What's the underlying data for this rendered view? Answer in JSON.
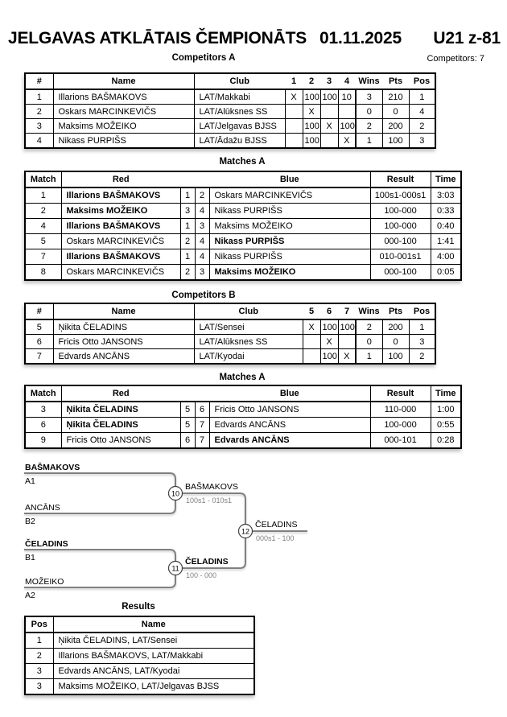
{
  "header": {
    "event": "JELGAVAS ATKLĀTAIS ČEMPIONĀTS",
    "date": "01.11.2025",
    "category": "U21 z-81",
    "competitors_count": "Competitors: 7"
  },
  "sections": {
    "competitors_a": "Competitors A",
    "matches_a": "Matches A",
    "competitors_b": "Competitors B",
    "matches_b": "Matches A",
    "results": "Results"
  },
  "competitors_a": {
    "headers": [
      "#",
      "Name",
      "Club",
      "1",
      "2",
      "3",
      "4",
      "Wins",
      "Pts",
      "Pos"
    ],
    "rows": [
      [
        "1",
        "Illarions BAŠMAKOVS",
        "LAT/Makkabi",
        "X",
        "100",
        "100",
        "10",
        "3",
        "210",
        "1"
      ],
      [
        "2",
        "Oskars MARCINKEVIČS",
        "LAT/Alūksnes SS",
        "",
        "X",
        "",
        "",
        "0",
        "0",
        "4"
      ],
      [
        "3",
        "Maksims MOŽEIKO",
        "LAT/Jelgavas BJSS",
        "",
        "100",
        "X",
        "100",
        "2",
        "200",
        "2"
      ],
      [
        "4",
        "Nikass PURPIŠS",
        "LAT/Ādažu BJSS",
        "",
        "100",
        "",
        "X",
        "1",
        "100",
        "3"
      ]
    ]
  },
  "matches_a": {
    "headers": {
      "match": "Match",
      "red": "Red",
      "blue": "Blue",
      "result": "Result",
      "time": "Time"
    },
    "rows": [
      {
        "match": "1",
        "red": "Illarions BAŠMAKOVS",
        "red_no": "1",
        "blue_no": "2",
        "blue": "Oskars MARCINKEVIČS",
        "result": "100s1-000s1",
        "time": "3:03",
        "winner": "red"
      },
      {
        "match": "2",
        "red": "Maksims MOŽEIKO",
        "red_no": "3",
        "blue_no": "4",
        "blue": "Nikass PURPIŠS",
        "result": "100-000",
        "time": "0:33",
        "winner": "red"
      },
      {
        "match": "4",
        "red": "Illarions BAŠMAKOVS",
        "red_no": "1",
        "blue_no": "3",
        "blue": "Maksims MOŽEIKO",
        "result": "100-000",
        "time": "0:40",
        "winner": "red"
      },
      {
        "match": "5",
        "red": "Oskars MARCINKEVIČS",
        "red_no": "2",
        "blue_no": "4",
        "blue": "Nikass PURPIŠS",
        "result": "000-100",
        "time": "1:41",
        "winner": "blue"
      },
      {
        "match": "7",
        "red": "Illarions BAŠMAKOVS",
        "red_no": "1",
        "blue_no": "4",
        "blue": "Nikass PURPIŠS",
        "result": "010-001s1",
        "time": "4:00",
        "winner": "red"
      },
      {
        "match": "8",
        "red": "Oskars MARCINKEVIČS",
        "red_no": "2",
        "blue_no": "3",
        "blue": "Maksims MOŽEIKO",
        "result": "000-100",
        "time": "0:05",
        "winner": "blue"
      }
    ]
  },
  "competitors_b": {
    "headers": [
      "#",
      "Name",
      "Club",
      "5",
      "6",
      "7",
      "Wins",
      "Pts",
      "Pos"
    ],
    "rows": [
      [
        "5",
        "Ņikita ČELADINS",
        "LAT/Sensei",
        "X",
        "100",
        "100",
        "2",
        "200",
        "1"
      ],
      [
        "6",
        "Fricis Otto JANSONS",
        "LAT/Alūksnes SS",
        "",
        "X",
        "",
        "0",
        "0",
        "3"
      ],
      [
        "7",
        "Edvards ANCĀNS",
        "LAT/Kyodai",
        "",
        "100",
        "X",
        "1",
        "100",
        "2"
      ]
    ]
  },
  "matches_b": {
    "headers": {
      "match": "Match",
      "red": "Red",
      "blue": "Blue",
      "result": "Result",
      "time": "Time"
    },
    "rows": [
      {
        "match": "3",
        "red": "Ņikita ČELADINS",
        "red_no": "5",
        "blue_no": "6",
        "blue": "Fricis Otto JANSONS",
        "result": "110-000",
        "time": "1:00",
        "winner": "red"
      },
      {
        "match": "6",
        "red": "Ņikita ČELADINS",
        "red_no": "5",
        "blue_no": "7",
        "blue": "Edvards ANCĀNS",
        "result": "100-000",
        "time": "0:55",
        "winner": "red"
      },
      {
        "match": "9",
        "red": "Fricis Otto JANSONS",
        "red_no": "6",
        "blue_no": "7",
        "blue": "Edvards ANCĀNS",
        "result": "000-101",
        "time": "0:28",
        "winner": "blue"
      }
    ]
  },
  "bracket": {
    "entries": [
      {
        "name": "BAŠMAKOVS",
        "seed": "A1"
      },
      {
        "name": "ANCĀNS",
        "seed": "B2"
      },
      {
        "name": "ČELADINS",
        "seed": "B1"
      },
      {
        "name": "MOŽEIKO",
        "seed": "A2"
      }
    ],
    "matches": [
      {
        "no": "10",
        "winner": "BAŠMAKOVS",
        "score": "100s1 - 010s1"
      },
      {
        "no": "11",
        "winner": "ČELADINS",
        "score": "100 - 000"
      },
      {
        "no": "12",
        "winner": "ČELADINS",
        "score": "000s1 - 100"
      }
    ]
  },
  "results": {
    "headers": [
      "Pos",
      "Name"
    ],
    "rows": [
      [
        "1",
        "Ņikita ČELADINS, LAT/Sensei"
      ],
      [
        "2",
        "Illarions BAŠMAKOVS, LAT/Makkabi"
      ],
      [
        "3",
        "Edvards ANCĀNS, LAT/Kyodai"
      ],
      [
        "3",
        "Maksims MOŽEIKO, LAT/Jelgavas BJSS"
      ]
    ]
  }
}
